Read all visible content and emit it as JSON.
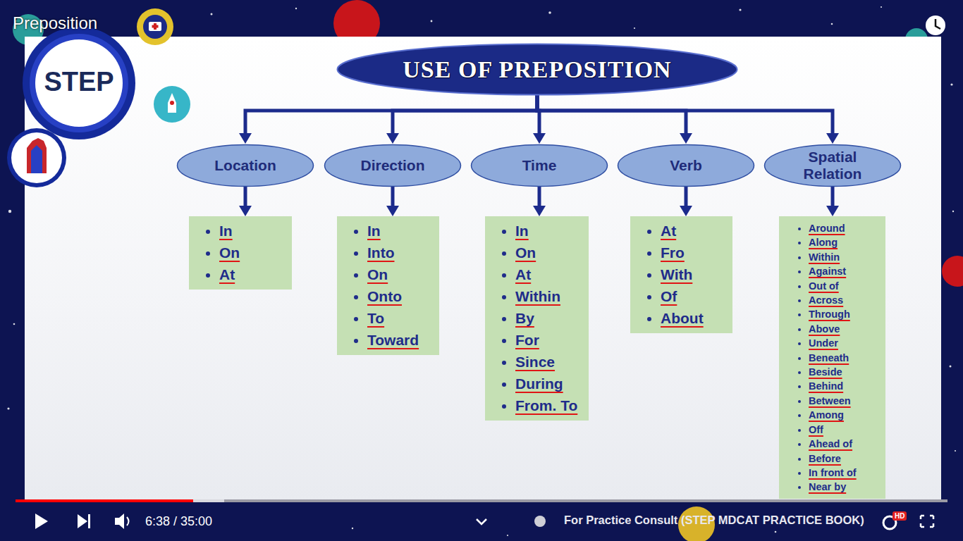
{
  "diagram": {
    "title": "Preposition",
    "nodes": [
      {
        "text": [
          "USE OF PREPOSITION"
        ]
      },
      {
        "text": [
          "Location"
        ]
      },
      {
        "text": [
          "Direction"
        ]
      },
      {
        "text": [
          "Time"
        ]
      },
      {
        "text": [
          "Verb"
        ]
      },
      {
        "text": [
          "Spatial Relation"
        ]
      },
      {
        "text": [
          "In",
          "On",
          "At"
        ]
      },
      {
        "text": [
          "In",
          "Into",
          "On",
          "Onto",
          "To",
          "Toward"
        ]
      },
      {
        "text": [
          "In",
          "On",
          "At",
          "Within",
          "By",
          "For",
          "Since",
          "During",
          "From. To"
        ]
      },
      {
        "text": [
          "At",
          "Fro",
          "With",
          "Of",
          "About"
        ]
      },
      {
        "text": [
          "Around",
          "Along",
          "Within",
          "Against",
          "Out of",
          "Across",
          "Through",
          "Above",
          "Under",
          "Beneath",
          "Beside",
          "Behind",
          "Between",
          "Among",
          "Off",
          "Ahead of",
          "Before",
          "In front of",
          "Near by"
        ]
      }
    ],
    "edges": [
      {
        "from": 0,
        "to": 1,
        "arrow": "to"
      },
      {
        "from": 0,
        "to": 2,
        "arrow": "to"
      },
      {
        "from": 0,
        "to": 3,
        "arrow": "to"
      },
      {
        "from": 0,
        "to": 4,
        "arrow": "to"
      },
      {
        "from": 0,
        "to": 5,
        "arrow": "to"
      },
      {
        "from": 1,
        "to": 6,
        "arrow": "to"
      },
      {
        "from": 2,
        "to": 7,
        "arrow": "to"
      },
      {
        "from": 3,
        "to": 8,
        "arrow": "to"
      },
      {
        "from": 4,
        "to": 9,
        "arrow": "to"
      },
      {
        "from": 5,
        "to": 10,
        "arrow": "to"
      }
    ],
    "labels": [
      "STEP",
      "6:38 / 35:00",
      "For Practice Consult (STEP MDCAT PRACTICE BOOK)",
      "HD"
    ]
  }
}
